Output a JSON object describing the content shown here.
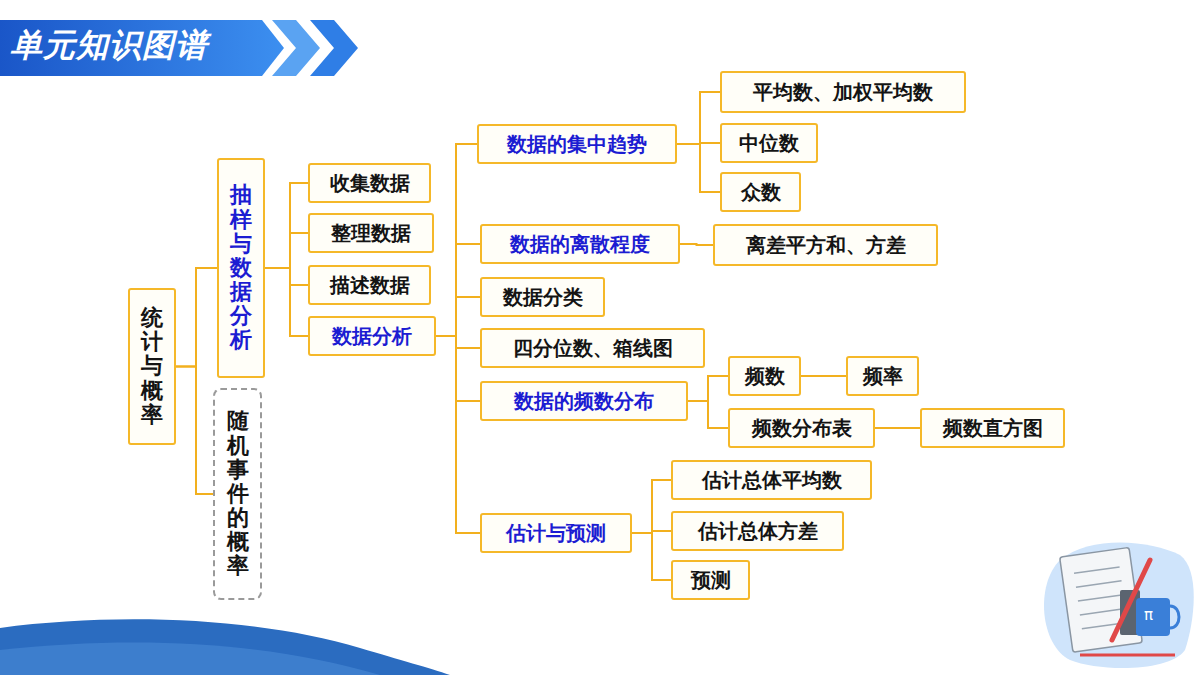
{
  "diagram": {
    "title": "单元知识图谱",
    "nodes": [
      {
        "text": [
          "统计与概率"
        ]
      },
      {
        "text": [
          "抽样与数据分析"
        ]
      },
      {
        "text": [
          "随机事件的概率"
        ]
      },
      {
        "text": [
          "收集数据"
        ]
      },
      {
        "text": [
          "整理数据"
        ]
      },
      {
        "text": [
          "描述数据"
        ]
      },
      {
        "text": [
          "数据分析"
        ]
      },
      {
        "text": [
          "数据的集中趋势"
        ]
      },
      {
        "text": [
          "平均数、加权平均数"
        ]
      },
      {
        "text": [
          "中位数"
        ]
      },
      {
        "text": [
          "众数"
        ]
      },
      {
        "text": [
          "数据的离散程度"
        ]
      },
      {
        "text": [
          "离差平方和、方差"
        ]
      },
      {
        "text": [
          "数据分类"
        ]
      },
      {
        "text": [
          "四分位数、箱线图"
        ]
      },
      {
        "text": [
          "数据的频数分布"
        ]
      },
      {
        "text": [
          "频数"
        ]
      },
      {
        "text": [
          "频率"
        ]
      },
      {
        "text": [
          "频数分布表"
        ]
      },
      {
        "text": [
          "频数直方图"
        ]
      },
      {
        "text": [
          "估计与预测"
        ]
      },
      {
        "text": [
          "估计总体平均数"
        ]
      },
      {
        "text": [
          "估计总体方差"
        ]
      },
      {
        "text": [
          "预测"
        ]
      }
    ],
    "edges": [
      {
        "from": 0,
        "to": 1,
        "arrow": "none"
      },
      {
        "from": 0,
        "to": 2,
        "arrow": "none"
      },
      {
        "from": 1,
        "to": 3,
        "arrow": "none"
      },
      {
        "from": 1,
        "to": 4,
        "arrow": "none"
      },
      {
        "from": 1,
        "to": 5,
        "arrow": "none"
      },
      {
        "from": 1,
        "to": 6,
        "arrow": "none"
      },
      {
        "from": 6,
        "to": 7,
        "arrow": "none"
      },
      {
        "from": 6,
        "to": 11,
        "arrow": "none"
      },
      {
        "from": 6,
        "to": 13,
        "arrow": "none"
      },
      {
        "from": 6,
        "to": 14,
        "arrow": "none"
      },
      {
        "from": 6,
        "to": 15,
        "arrow": "none"
      },
      {
        "from": 6,
        "to": 20,
        "arrow": "none"
      },
      {
        "from": 7,
        "to": 8,
        "arrow": "none"
      },
      {
        "from": 7,
        "to": 9,
        "arrow": "none"
      },
      {
        "from": 7,
        "to": 10,
        "arrow": "none"
      },
      {
        "from": 11,
        "to": 12,
        "arrow": "none"
      },
      {
        "from": 15,
        "to": 16,
        "arrow": "none"
      },
      {
        "from": 16,
        "to": 17,
        "arrow": "none"
      },
      {
        "from": 15,
        "to": 18,
        "arrow": "none"
      },
      {
        "from": 18,
        "to": 19,
        "arrow": "none"
      },
      {
        "from": 20,
        "to": 21,
        "arrow": "none"
      },
      {
        "from": 20,
        "to": 22,
        "arrow": "none"
      },
      {
        "from": 20,
        "to": 23,
        "arrow": "none"
      }
    ],
    "labels": [
      "π"
    ]
  }
}
